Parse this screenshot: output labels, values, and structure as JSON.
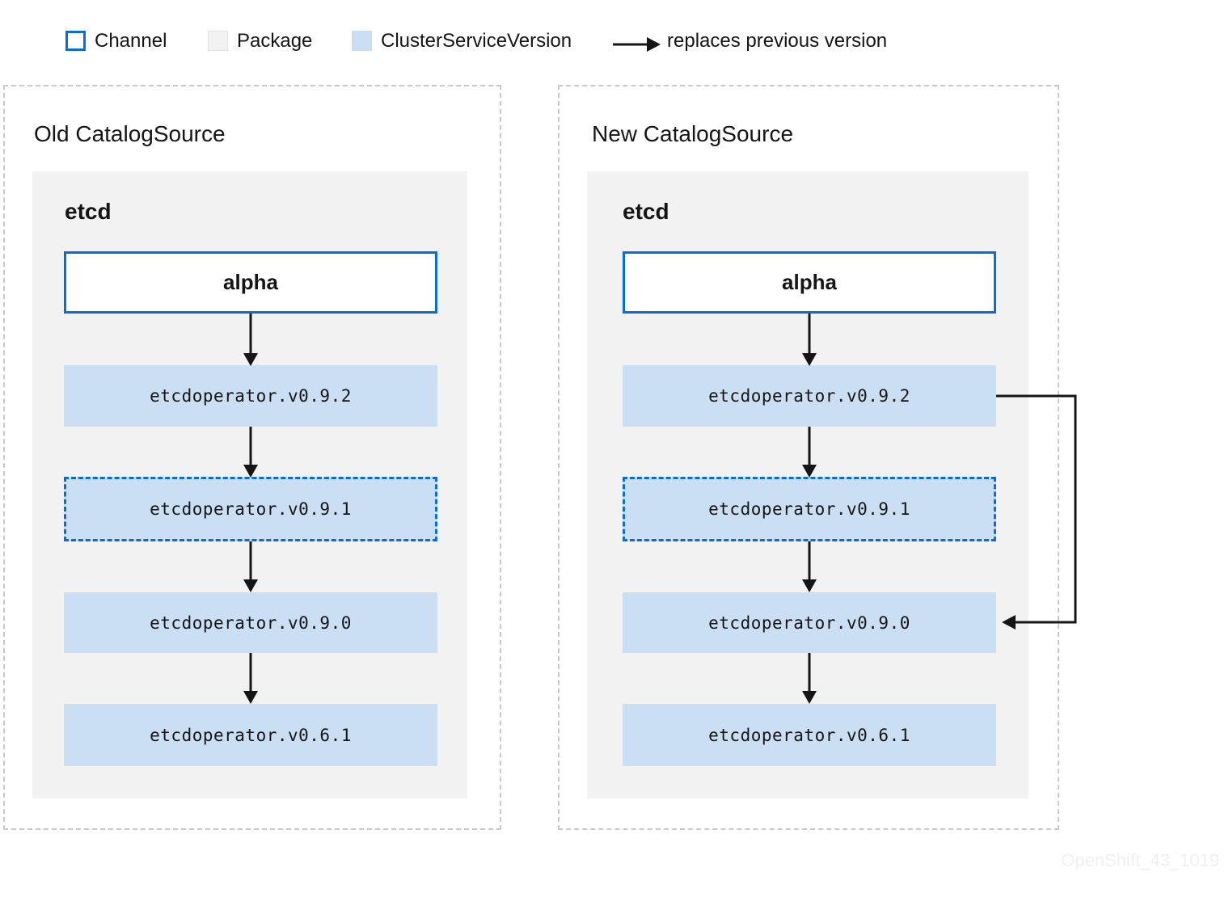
{
  "legend": {
    "channel": "Channel",
    "package": "Package",
    "csv": "ClusterServiceVersion",
    "replaces": "replaces previous version"
  },
  "old_catalog": {
    "title": "Old CatalogSource",
    "package_name": "etcd",
    "channel": "alpha",
    "csv_v092": "etcdoperator.v0.9.2",
    "csv_v091": "etcdoperator.v0.9.1",
    "csv_v090": "etcdoperator.v0.9.0",
    "csv_v061": "etcdoperator.v0.6.1"
  },
  "new_catalog": {
    "title": "New CatalogSource",
    "package_name": "etcd",
    "channel": "alpha",
    "csv_v092": "etcdoperator.v0.9.2",
    "csv_v091": "etcdoperator.v0.9.1",
    "csv_v090": "etcdoperator.v0.9.0",
    "csv_v061": "etcdoperator.v0.6.1"
  },
  "watermark": "OpenShift_43_1019",
  "colors": {
    "channel_border": "#0a6cd6",
    "csv_fill": "#cbdff4",
    "package_fill": "#f2f2f2",
    "panel_border": "#c9c9c9",
    "arrow": "#151515",
    "text": "#151515",
    "watermark": "#f0f0f2"
  }
}
